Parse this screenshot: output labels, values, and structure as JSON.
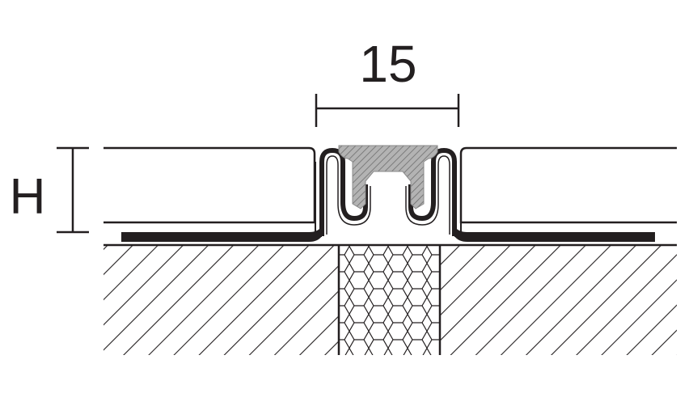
{
  "dimensions": {
    "width_label": "15",
    "height_label": "H"
  },
  "colors": {
    "line": "#231f20",
    "profile_metal": "#231f20",
    "insert_fill": "#b3b3b3",
    "insert_hatch": "#6d6d6d",
    "background": "#ffffff"
  },
  "components": [
    "tile-left",
    "tile-right",
    "metal-profile",
    "rubber-insert",
    "substrate-left",
    "substrate-right",
    "foam-joint-filler"
  ]
}
